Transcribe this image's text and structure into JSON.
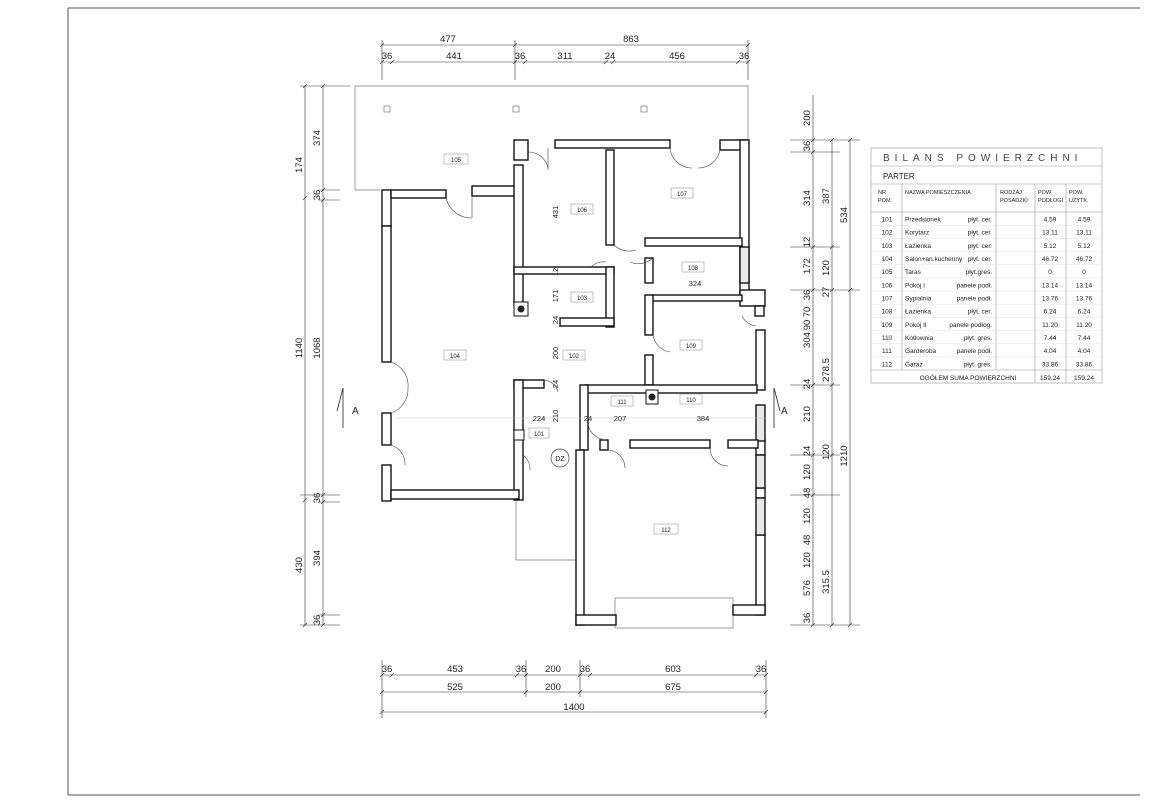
{
  "dims_top": {
    "row1": [
      "477",
      "863"
    ],
    "row2": [
      "36",
      "441",
      "36",
      "311",
      "24",
      "456",
      "36"
    ]
  },
  "dims_bottom": {
    "row1": [
      "36",
      "453",
      "36",
      "200",
      "36",
      "603",
      "36"
    ],
    "row2": [
      "525",
      "200",
      "675"
    ],
    "total": "1400"
  },
  "dims_left": {
    "row1": [
      "374",
      "36",
      "1068",
      "36",
      "394",
      "36"
    ],
    "row2": [
      "174",
      "1140",
      "430"
    ]
  },
  "dims_right": {
    "row1": [
      "200",
      "36",
      "314",
      "12",
      "172",
      "36",
      "70",
      "90",
      "304",
      "24",
      "210",
      "24",
      "120",
      "48",
      "120",
      "48",
      "120",
      "576",
      "36"
    ],
    "row2": [
      "387",
      "120",
      "27",
      "278.5",
      "120",
      "315.5"
    ],
    "row3": [
      "534",
      "1210"
    ]
  },
  "interior_dims": [
    "431",
    "171",
    "200",
    "210",
    "224",
    "24",
    "207",
    "384",
    "324",
    "12",
    "24",
    "24"
  ],
  "room_labels": [
    "101",
    "102",
    "103",
    "104",
    "105",
    "106",
    "107",
    "108",
    "109",
    "110",
    "111",
    "112"
  ],
  "dz_label": "DZ",
  "section_mark": "A",
  "table": {
    "title": "BILANS POWIERZCHNI",
    "subtitle": "PARTER",
    "headers": [
      [
        "NR",
        "POM."
      ],
      [
        "NAZWA POMIESZCZENIA"
      ],
      [
        "RODZAJ",
        "POSADZKI"
      ],
      [
        "POW.",
        "PODŁOGI"
      ],
      [
        "POW.",
        "UŻYTK."
      ]
    ],
    "rows": [
      [
        "101",
        "Przedsionek",
        "płyt. cer.",
        "4.59",
        "4.59"
      ],
      [
        "102",
        "Korytarz",
        "płyt. cer.",
        "13.11",
        "13.11"
      ],
      [
        "103",
        "Łazienka",
        "płyt. cer.",
        "5.12",
        "5.12"
      ],
      [
        "104",
        "Salon+an.kuchenny",
        "płyt. cer.",
        "46.72",
        "46.72"
      ],
      [
        "105",
        "Taras",
        "płyt.gres.",
        "0",
        "0"
      ],
      [
        "106",
        "Pokój I",
        "panele podł.",
        "13.14",
        "13.14"
      ],
      [
        "107",
        "Sypialnia",
        "panele podł.",
        "13.76",
        "13.76"
      ],
      [
        "108",
        "Łazienka",
        "płyt. cer.",
        "6.24",
        "6.24"
      ],
      [
        "109",
        "Pokój II",
        "panele podłog.",
        "11.20",
        "11.20"
      ],
      [
        "110",
        "Kotłownia",
        "płyt. gres.",
        "7.44",
        "7.44"
      ],
      [
        "111",
        "Garderoba",
        "panele podł.",
        "4.04",
        "4.04"
      ],
      [
        "112",
        "Garaż",
        "płyt. gres.",
        "33.86",
        "33.86"
      ]
    ],
    "footer": [
      "OGÓŁEM SUMA POWIERZCHNI",
      "159.24",
      "159.24"
    ]
  }
}
